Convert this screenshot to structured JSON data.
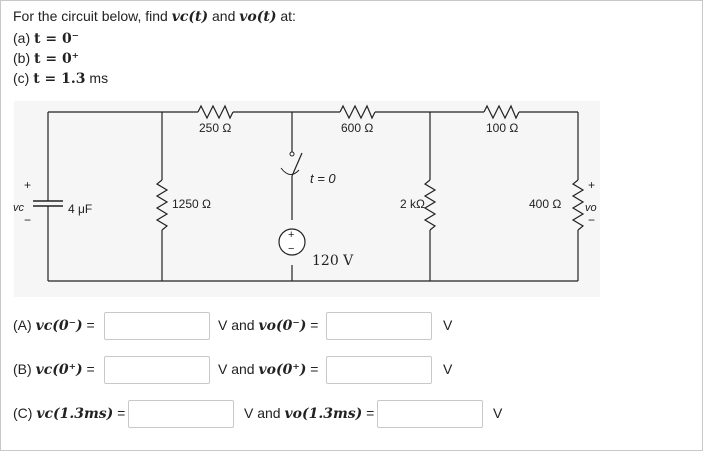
{
  "question": {
    "intro_prefix": "For the circuit below, find ",
    "vc_t": "vc(t)",
    "and_word": " and ",
    "vo_t": "vo(t)",
    "suffix": " at:",
    "parts": [
      {
        "label": "(a) ",
        "math": "t = 0⁻",
        "unit": ""
      },
      {
        "label": "(b) ",
        "math": "t = 0⁺",
        "unit": ""
      },
      {
        "label": "(c) ",
        "math": "t = 1.3",
        "unit": " ms"
      }
    ]
  },
  "circuit": {
    "resistors": {
      "r_top_left": "250 Ω",
      "r_top_mid": "600 Ω",
      "r_top_right": "100 Ω",
      "r_shunt_left": "1250 Ω",
      "r_shunt_mid": "2 kΩ",
      "r_load": "400 Ω"
    },
    "capacitor": "4 μF",
    "switch_label": "t = 0",
    "source_value": "120 V",
    "vc_label": "vc",
    "vo_label": "vo",
    "plus": "+",
    "minus": "−"
  },
  "answers": [
    {
      "prefix": "(A) ",
      "var1": "vc(0⁻)",
      "eq": " = ",
      "mid": "V and ",
      "var2": "vo(0⁻)",
      "unit": "V",
      "value1": "",
      "value2": ""
    },
    {
      "prefix": "(B) ",
      "var1": "vc(0⁺)",
      "eq": " = ",
      "mid": "V and ",
      "var2": "vo(0⁺)",
      "unit": "V",
      "value1": "",
      "value2": ""
    },
    {
      "prefix": "(C) ",
      "var1": "vc(1.3ms)",
      "eq": " = ",
      "mid": "V and ",
      "var2": "vo(1.3ms)",
      "unit": "V",
      "value1": "",
      "value2": ""
    }
  ]
}
